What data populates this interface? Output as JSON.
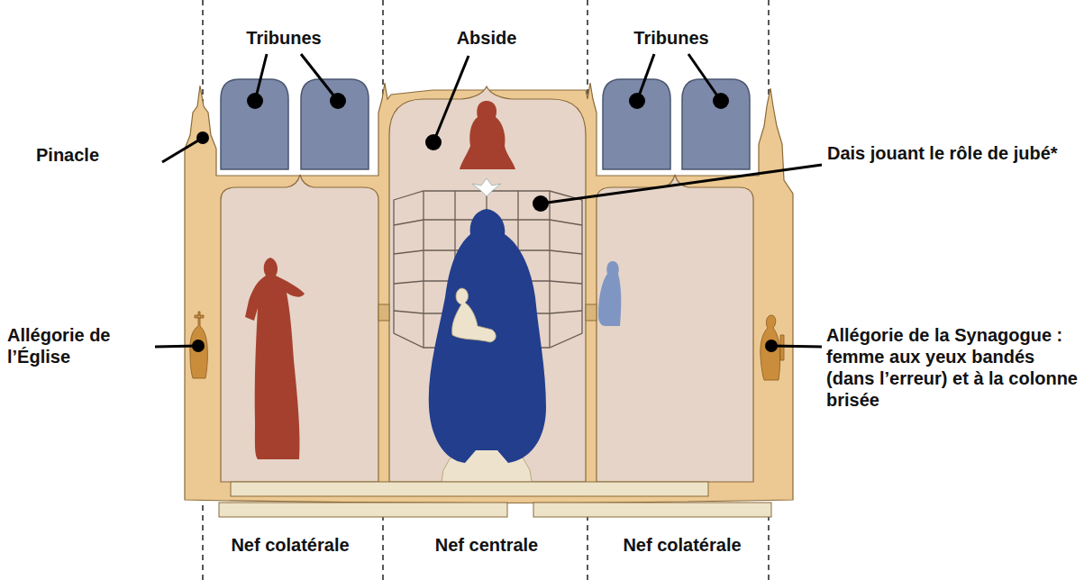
{
  "diagram": {
    "labels": [
      "Tribunes",
      "Abside",
      "Tribunes",
      "Pinacle",
      "Dais jouant le rôle de jubé*",
      "Allégorie de l’Église",
      "Allégorie de la Synagogue : femme aux yeux bandés (dans l’erreur) et à la colonne brisée",
      "Nef colatérale",
      "Nef centrale",
      "Nef colatérale"
    ]
  }
}
